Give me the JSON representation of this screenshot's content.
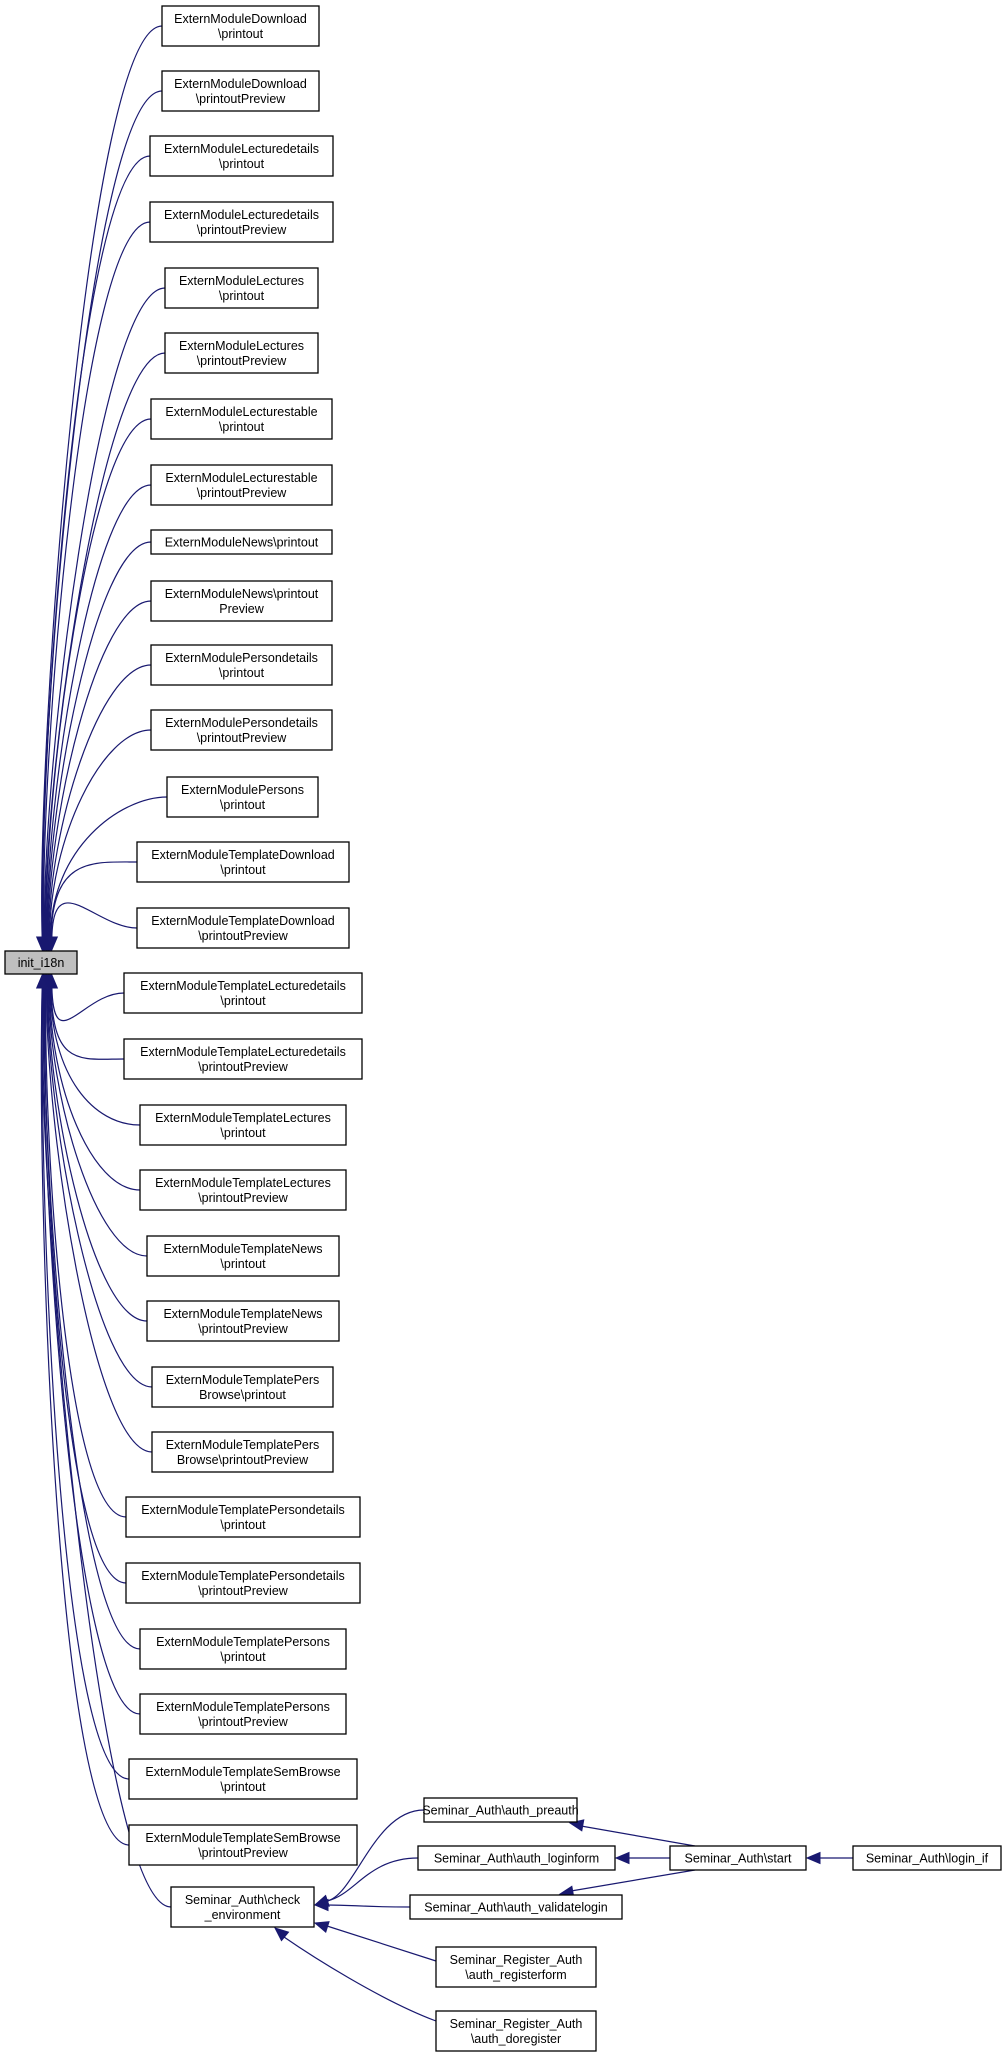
{
  "graph": {
    "edge_color": "#191970",
    "root_fill": "#bfbfbf",
    "root": {
      "id": "init",
      "lines": [
        "init_i18n"
      ]
    },
    "nodes": [
      {
        "id": "n1",
        "lines": [
          "ExternModuleDownload",
          "\\printout"
        ]
      },
      {
        "id": "n2",
        "lines": [
          "ExternModuleDownload",
          "\\printoutPreview"
        ]
      },
      {
        "id": "n3",
        "lines": [
          "ExternModuleLecturedetails",
          "\\printout"
        ]
      },
      {
        "id": "n4",
        "lines": [
          "ExternModuleLecturedetails",
          "\\printoutPreview"
        ]
      },
      {
        "id": "n5",
        "lines": [
          "ExternModuleLectures",
          "\\printout"
        ]
      },
      {
        "id": "n6",
        "lines": [
          "ExternModuleLectures",
          "\\printoutPreview"
        ]
      },
      {
        "id": "n7",
        "lines": [
          "ExternModuleLecturestable",
          "\\printout"
        ]
      },
      {
        "id": "n8",
        "lines": [
          "ExternModuleLecturestable",
          "\\printoutPreview"
        ]
      },
      {
        "id": "n9",
        "lines": [
          "ExternModuleNews\\printout"
        ]
      },
      {
        "id": "n10",
        "lines": [
          "ExternModuleNews\\printout",
          "Preview"
        ]
      },
      {
        "id": "n11",
        "lines": [
          "ExternModulePersondetails",
          "\\printout"
        ]
      },
      {
        "id": "n12",
        "lines": [
          "ExternModulePersondetails",
          "\\printoutPreview"
        ]
      },
      {
        "id": "n13",
        "lines": [
          "ExternModulePersons",
          "\\printout"
        ]
      },
      {
        "id": "n14",
        "lines": [
          "ExternModuleTemplateDownload",
          "\\printout"
        ]
      },
      {
        "id": "n15",
        "lines": [
          "ExternModuleTemplateDownload",
          "\\printoutPreview"
        ]
      },
      {
        "id": "n16",
        "lines": [
          "ExternModuleTemplateLecturedetails",
          "\\printout"
        ]
      },
      {
        "id": "n17",
        "lines": [
          "ExternModuleTemplateLecturedetails",
          "\\printoutPreview"
        ]
      },
      {
        "id": "n18",
        "lines": [
          "ExternModuleTemplateLectures",
          "\\printout"
        ]
      },
      {
        "id": "n19",
        "lines": [
          "ExternModuleTemplateLectures",
          "\\printoutPreview"
        ]
      },
      {
        "id": "n20",
        "lines": [
          "ExternModuleTemplateNews",
          "\\printout"
        ]
      },
      {
        "id": "n21",
        "lines": [
          "ExternModuleTemplateNews",
          "\\printoutPreview"
        ]
      },
      {
        "id": "n22",
        "lines": [
          "ExternModuleTemplatePers",
          "Browse\\printout"
        ]
      },
      {
        "id": "n23",
        "lines": [
          "ExternModuleTemplatePers",
          "Browse\\printoutPreview"
        ]
      },
      {
        "id": "n24",
        "lines": [
          "ExternModuleTemplatePersondetails",
          "\\printout"
        ]
      },
      {
        "id": "n25",
        "lines": [
          "ExternModuleTemplatePersondetails",
          "\\printoutPreview"
        ]
      },
      {
        "id": "n26",
        "lines": [
          "ExternModuleTemplatePersons",
          "\\printout"
        ]
      },
      {
        "id": "n27",
        "lines": [
          "ExternModuleTemplatePersons",
          "\\printoutPreview"
        ]
      },
      {
        "id": "n28",
        "lines": [
          "ExternModuleTemplateSemBrowse",
          "\\printout"
        ]
      },
      {
        "id": "n29",
        "lines": [
          "ExternModuleTemplateSemBrowse",
          "\\printoutPreview"
        ]
      },
      {
        "id": "check",
        "lines": [
          "Seminar_Auth\\check",
          "_environment"
        ]
      },
      {
        "id": "preauth",
        "lines": [
          "Seminar_Auth\\auth_preauth"
        ]
      },
      {
        "id": "loginform",
        "lines": [
          "Seminar_Auth\\auth_loginform"
        ]
      },
      {
        "id": "validatelogin",
        "lines": [
          "Seminar_Auth\\auth_validatelogin"
        ]
      },
      {
        "id": "registerform",
        "lines": [
          "Seminar_Register_Auth",
          "\\auth_registerform"
        ]
      },
      {
        "id": "doregister",
        "lines": [
          "Seminar_Register_Auth",
          "\\auth_doregister"
        ]
      },
      {
        "id": "start",
        "lines": [
          "Seminar_Auth\\start"
        ]
      },
      {
        "id": "loginif",
        "lines": [
          "Seminar_Auth\\login_if"
        ]
      }
    ],
    "edges": [
      {
        "from": "n1",
        "to": "init"
      },
      {
        "from": "n2",
        "to": "init"
      },
      {
        "from": "n3",
        "to": "init"
      },
      {
        "from": "n4",
        "to": "init"
      },
      {
        "from": "n5",
        "to": "init"
      },
      {
        "from": "n6",
        "to": "init"
      },
      {
        "from": "n7",
        "to": "init"
      },
      {
        "from": "n8",
        "to": "init"
      },
      {
        "from": "n9",
        "to": "init"
      },
      {
        "from": "n10",
        "to": "init"
      },
      {
        "from": "n11",
        "to": "init"
      },
      {
        "from": "n12",
        "to": "init"
      },
      {
        "from": "n13",
        "to": "init"
      },
      {
        "from": "n14",
        "to": "init"
      },
      {
        "from": "n15",
        "to": "init"
      },
      {
        "from": "n16",
        "to": "init"
      },
      {
        "from": "n17",
        "to": "init"
      },
      {
        "from": "n18",
        "to": "init"
      },
      {
        "from": "n19",
        "to": "init"
      },
      {
        "from": "n20",
        "to": "init"
      },
      {
        "from": "n21",
        "to": "init"
      },
      {
        "from": "n22",
        "to": "init"
      },
      {
        "from": "n23",
        "to": "init"
      },
      {
        "from": "n24",
        "to": "init"
      },
      {
        "from": "n25",
        "to": "init"
      },
      {
        "from": "n26",
        "to": "init"
      },
      {
        "from": "n27",
        "to": "init"
      },
      {
        "from": "n28",
        "to": "init"
      },
      {
        "from": "n29",
        "to": "init"
      },
      {
        "from": "check",
        "to": "init"
      },
      {
        "from": "preauth",
        "to": "check"
      },
      {
        "from": "loginform",
        "to": "check"
      },
      {
        "from": "validatelogin",
        "to": "check"
      },
      {
        "from": "registerform",
        "to": "check"
      },
      {
        "from": "doregister",
        "to": "check"
      },
      {
        "from": "start",
        "to": "preauth"
      },
      {
        "from": "start",
        "to": "loginform"
      },
      {
        "from": "start",
        "to": "validatelogin"
      },
      {
        "from": "loginif",
        "to": "start"
      }
    ]
  }
}
